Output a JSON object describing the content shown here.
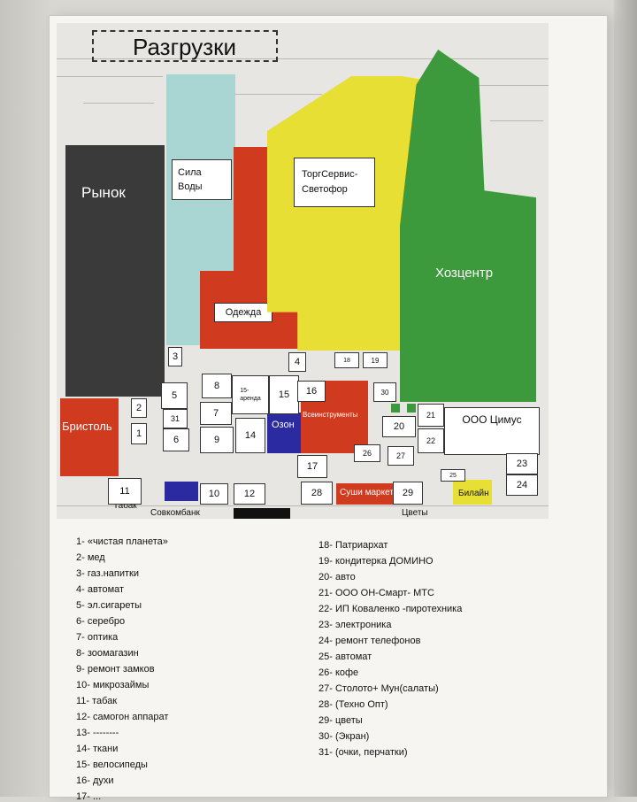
{
  "map": {
    "zones": {
      "razgruzki": "Разгрузки",
      "rynok": "Рынок",
      "sila_vody": "Сила\nВоды",
      "torgservis": "ТоргСервис-\nСветофор",
      "khozcentr": "Хозцентр",
      "odezhda": "Одежда",
      "bristol": "Бристоль",
      "ozon": "Озон",
      "vseinstrumenty": "Всеинструменты",
      "ooo_cimus": "ООО Цимус",
      "sushi": "Суши маркет",
      "bilain": "Билайн",
      "tabak": "Табак",
      "sovkombank": "Совкомбанк",
      "cvety": "Цветы",
      "arenda": "15-\nаренда"
    },
    "stall_numbers": [
      "1",
      "2",
      "3",
      "4",
      "5",
      "6",
      "7",
      "8",
      "9",
      "10",
      "11",
      "12",
      "14",
      "15",
      "16",
      "17",
      "18",
      "19",
      "20",
      "21",
      "22",
      "23",
      "24",
      "25",
      "26",
      "27",
      "28",
      "29",
      "30",
      "31"
    ],
    "colors": {
      "rynok": "#3a3a3a",
      "sila_vody": "#a9d6d3",
      "red": "#d03a1f",
      "yellow": "#e8df35",
      "green": "#3d9a3c",
      "ozon": "#2b2aa0",
      "floor": "#e2e1de"
    }
  },
  "legend": {
    "left": [
      "1-    «чистая планета»",
      "2-   мед",
      "3-   газ.напитки",
      "4-   автомат",
      "5-   эл.сигареты",
      "6-   серебро",
      "7-   оптика",
      "8-   зоомагазин",
      "9-   ремонт замков",
      "10-  микрозаймы",
      "11-  табак",
      "12-  самогон аппарат",
      "13-      --------",
      "14-  ткани",
      "15-  велосипеды",
      "16-  духи",
      "17-  ..."
    ],
    "right": [
      "18- Патриархат",
      "19- кондитерка ДОМИНО",
      "20- авто",
      "21- ООО ОН-Смарт- МТС",
      "22- ИП Коваленко -пиротехника",
      "23- электроника",
      "24- ремонт телефонов",
      "25- автомат",
      "26- кофе",
      "27- Столото+  Мун(салаты)",
      "28-  (Техно Опт)",
      "29- цветы",
      "30- (Экран)",
      "31- (очки, перчатки)"
    ]
  }
}
